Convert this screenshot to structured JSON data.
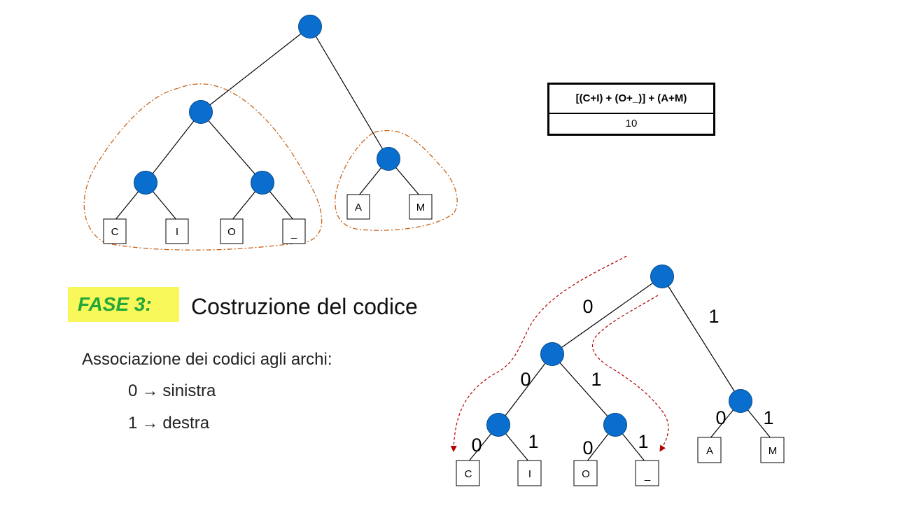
{
  "formula": {
    "expression": "[(C+I) + (O+_)] + (A+M)",
    "value": "10"
  },
  "phase": {
    "label": "FASE 3:",
    "title": "Costruzione del codice"
  },
  "explanation": {
    "intro": "Associazione dei codici agli archi:",
    "rules": [
      {
        "bit": "0",
        "arrow": "→",
        "direction": "sinistra"
      },
      {
        "bit": "1",
        "arrow": "→",
        "direction": "destra"
      }
    ]
  },
  "top_tree": {
    "leaves": [
      "C",
      "I",
      "O",
      "_",
      "A",
      "M"
    ]
  },
  "coded_tree": {
    "leaves": [
      "C",
      "I",
      "O",
      "_",
      "A",
      "M"
    ],
    "edge_labels": [
      "0",
      "1",
      "0",
      "1",
      "0",
      "1",
      "0",
      "1",
      "0",
      "1"
    ]
  },
  "colors": {
    "node_fill": "#0a6ecf",
    "node_stroke": "#04498a",
    "group_outline": "#c8641e",
    "path_arrow": "#b40000",
    "phase_badge": "#f8f85a",
    "phase_label": "#22a83a"
  }
}
